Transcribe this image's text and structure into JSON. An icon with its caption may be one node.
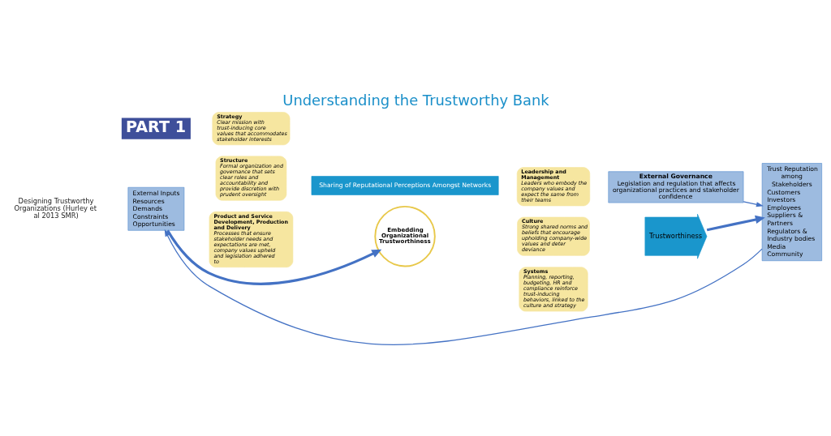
{
  "diagram": {
    "title": "Understanding the Trustworthy Bank",
    "nodes": [
      {
        "text": [
          "External Inputs",
          "Resources",
          "Demands",
          "Constraints",
          "Opportunities"
        ]
      },
      {
        "text": [
          "Strategy",
          "Clear mission with trust-inducing core values that accommodates stakeholder interests"
        ]
      },
      {
        "text": [
          "Structure",
          "Formal organization and governance that sets clear roles and accountability and provide discretion with prudent oversight"
        ]
      },
      {
        "text": [
          "Product and Service Development, Production and Delivery",
          "Processes that ensure stakeholder needs and expectations are met, company values upheld and legislation adhered to"
        ]
      },
      {
        "text": [
          "Embedding Organizational Trustworthiness"
        ]
      },
      {
        "text": [
          "Leadership and Management",
          "Leaders who embody the company values and expect the same from their teams"
        ]
      },
      {
        "text": [
          "Culture",
          "Strong shared norms and beliefs that encourage upholding company-wide values and deter deviance"
        ]
      },
      {
        "text": [
          "Systems",
          "Planning, reporting, budgeting, HR and compliance reinforce trust-inducing behaviors, linked to the culture and strategy"
        ]
      },
      {
        "text": [
          "Trustworthiness"
        ]
      },
      {
        "text": [
          "External Governance",
          "Legislation and regulation that affects organizational practices and stakeholder confidence"
        ]
      },
      {
        "text": [
          "Trust Reputation among Stakeholders",
          "Customers",
          "Investors",
          "Employees",
          "Suppliers & Partners",
          "Regulators & Industry bodies",
          "Media",
          "Community"
        ]
      },
      {
        "text": [
          "Sharing of Reputational Perceptions Amongst Networks"
        ]
      }
    ],
    "edges": [
      {
        "from": 0,
        "to": 4,
        "arrow": "to",
        "style": "thick"
      },
      {
        "from": 8,
        "to": 10,
        "arrow": "to",
        "style": "thick"
      },
      {
        "from": 9,
        "to": 10,
        "arrow": "to"
      },
      {
        "from": 10,
        "to": 0,
        "arrow": "to"
      }
    ],
    "labels": [
      "Designing Trustworthy Organizations (Hurley et al 2013 SMR)",
      "PART 1"
    ]
  }
}
